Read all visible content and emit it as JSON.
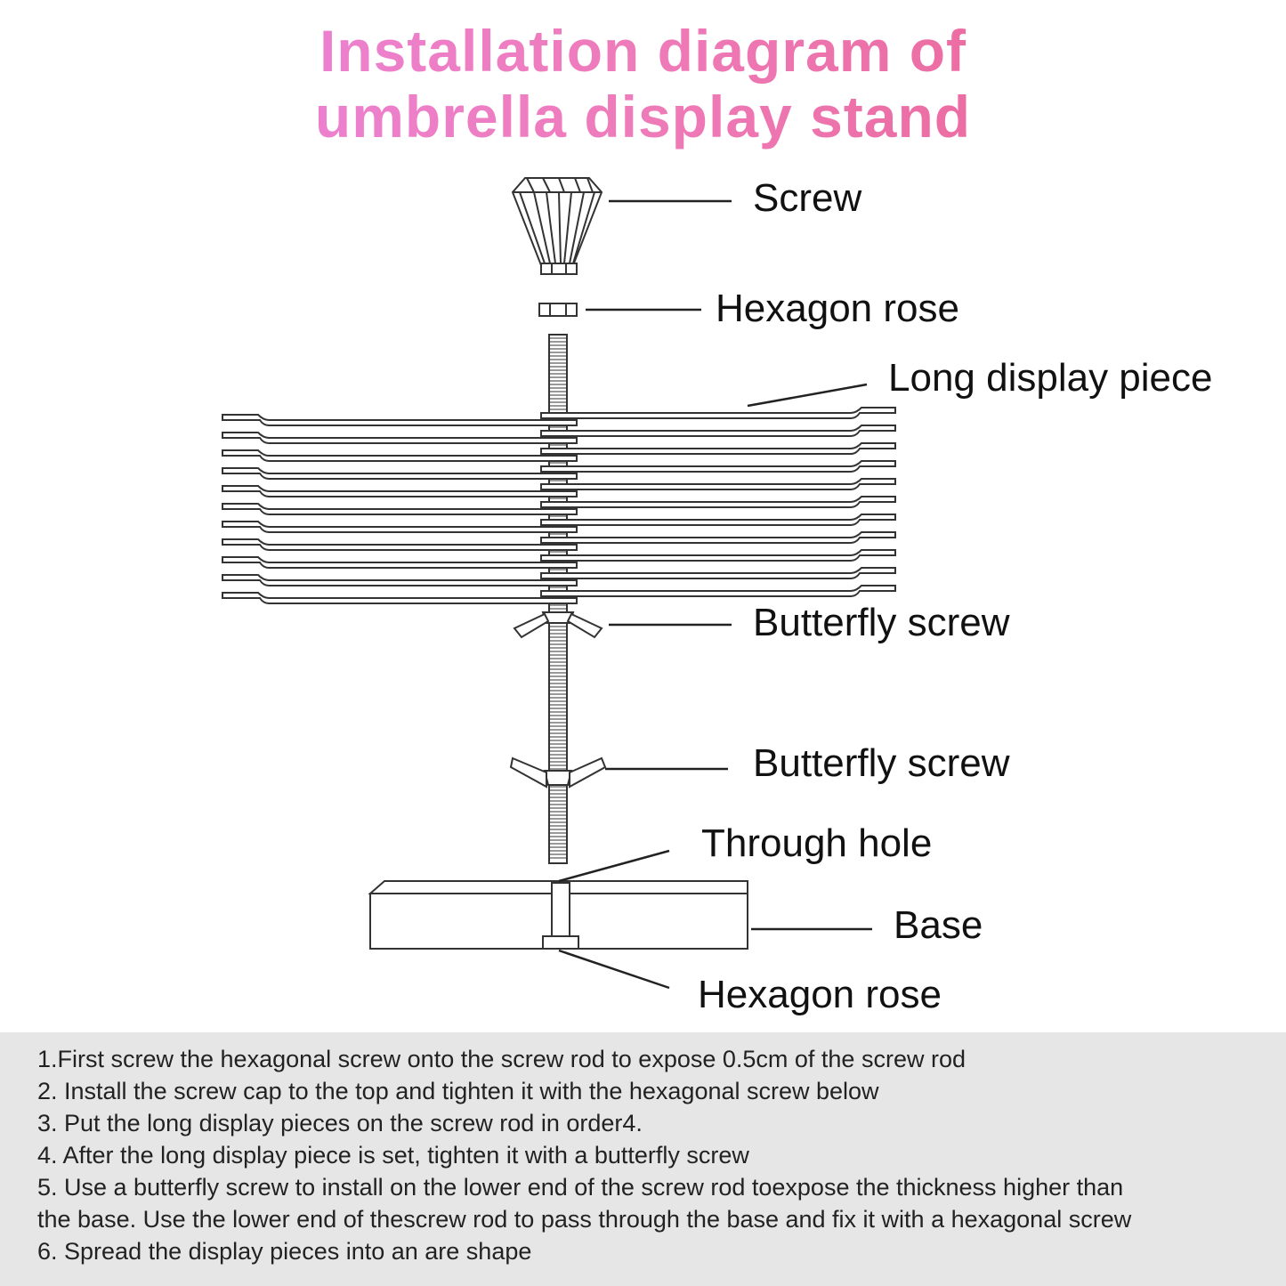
{
  "title": {
    "line1": "Installation diagram of",
    "line2": "umbrella display stand"
  },
  "labels": {
    "screw": "Screw",
    "hexagon_rose_top": "Hexagon rose",
    "long_display_piece": "Long display piece",
    "butterfly_screw_upper": "Butterfly screw",
    "butterfly_screw_lower": "Butterfly screw",
    "through_hole": "Through hole",
    "base": "Base",
    "hexagon_rose_bottom": "Hexagon rose"
  },
  "instructions": [
    "1.First screw the hexagonal screw onto the screw rod to expose 0.5cm of the screw rod",
    "2. Install the screw cap to the top and tighten it with the hexagonal screw below",
    "3. Put the long display pieces on the screw rod in order4.",
    "4. After the long display piece is set, tighten it with a butterfly screw",
    "5. Use a butterfly screw to install on the lower end of the screw rod toexpose the thickness higher than",
    "the base. Use the lower end of thescrew rod to pass through the base and fix it with a hexagonal screw",
    "6. Spread the display pieces into an are shape"
  ],
  "colors": {
    "title_gradient_start": "#ec86e3",
    "title_gradient_end": "#ea5f8d",
    "instructions_background": "#e6e6e6",
    "line_art": "#333333"
  }
}
